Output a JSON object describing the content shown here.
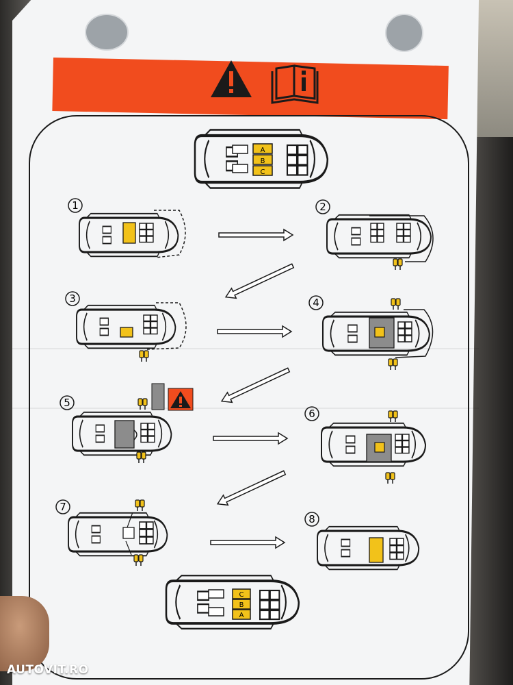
{
  "watermark": "AUTOVIT.RO",
  "colors": {
    "banner": "#f14c1e",
    "seat_highlight": "#f2c21a",
    "gray_seat": "#8c8c8c",
    "line": "#1a1a1a"
  },
  "icons": [
    "warning-triangle-icon",
    "manual-info-icon",
    "small-warning-icon"
  ],
  "top_seat_letters": [
    "A",
    "B",
    "C"
  ],
  "bottom_seat_letters": [
    "C",
    "B",
    "A"
  ],
  "steps": [
    {
      "number": "1"
    },
    {
      "number": "2"
    },
    {
      "number": "3"
    },
    {
      "number": "4"
    },
    {
      "number": "5"
    },
    {
      "number": "6"
    },
    {
      "number": "7"
    },
    {
      "number": "8"
    }
  ]
}
